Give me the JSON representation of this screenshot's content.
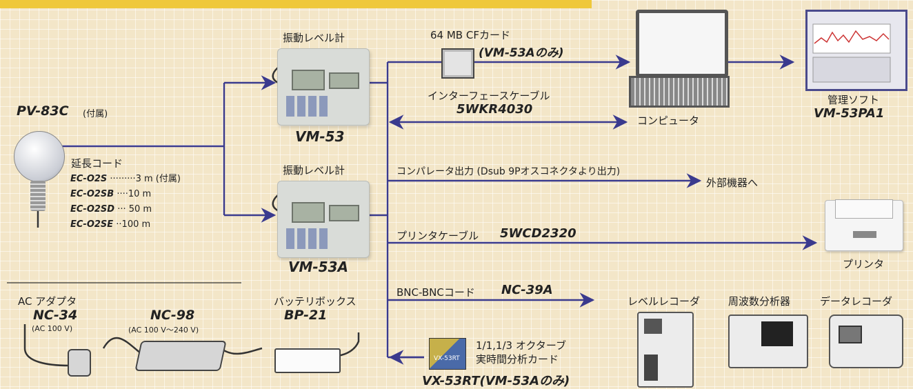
{
  "sensor": {
    "model": "PV-83C",
    "note": "(付属)"
  },
  "ext_cord": {
    "title": "延長コード",
    "items": [
      {
        "model": "EC-O2S",
        "spec": "·········3 m (付属)"
      },
      {
        "model": "EC-O2SB",
        "spec": "····10 m"
      },
      {
        "model": "EC-O2SD",
        "spec": "··· 50 m"
      },
      {
        "model": "EC-O2SE",
        "spec": "··100 m"
      }
    ]
  },
  "meter_top": {
    "label": "振動レベル計",
    "model": "VM-53"
  },
  "meter_bottom": {
    "label": "振動レベル計",
    "model": "VM-53A"
  },
  "cf_card": {
    "label": "64 MB CFカード",
    "note": "(VM-53Aのみ)"
  },
  "iface_cable": {
    "label": "インターフェースケーブル",
    "model": "5WKR4030"
  },
  "computer": {
    "label": "コンピュータ"
  },
  "software": {
    "label": "管理ソフト",
    "model": "VM-53PA1"
  },
  "comparator": {
    "label": "コンパレータ出力 (Dsub 9Pオスコネクタより出力)",
    "target": "外部機器へ"
  },
  "printer_cable": {
    "label": "プリンタケーブル",
    "model": "5WCD2320"
  },
  "printer": {
    "label": "プリンタ"
  },
  "bnc": {
    "label": "BNC-BNCコード",
    "model": "NC-39A"
  },
  "recorders": [
    "レベルレコーダ",
    "周波数分析器",
    "データレコーダ"
  ],
  "octave_card": {
    "line1": "1/1,1/3 オクターブ",
    "line2": "実時間分析カード",
    "model": "VX-53RT(VM-53Aのみ)",
    "chip": "VX-53RT"
  },
  "ac_adapter": {
    "label": "AC アダプタ",
    "model": "NC-34",
    "spec": "(AC 100 V)"
  },
  "nc98": {
    "model": "NC-98",
    "spec": "(AC 100 V〜240 V)"
  },
  "battery": {
    "label": "バッテリボックス",
    "model": "BP-21"
  },
  "colors": {
    "line": "#3a3a8e",
    "bar": "#efc83a",
    "bg": "#f3e6c8"
  }
}
